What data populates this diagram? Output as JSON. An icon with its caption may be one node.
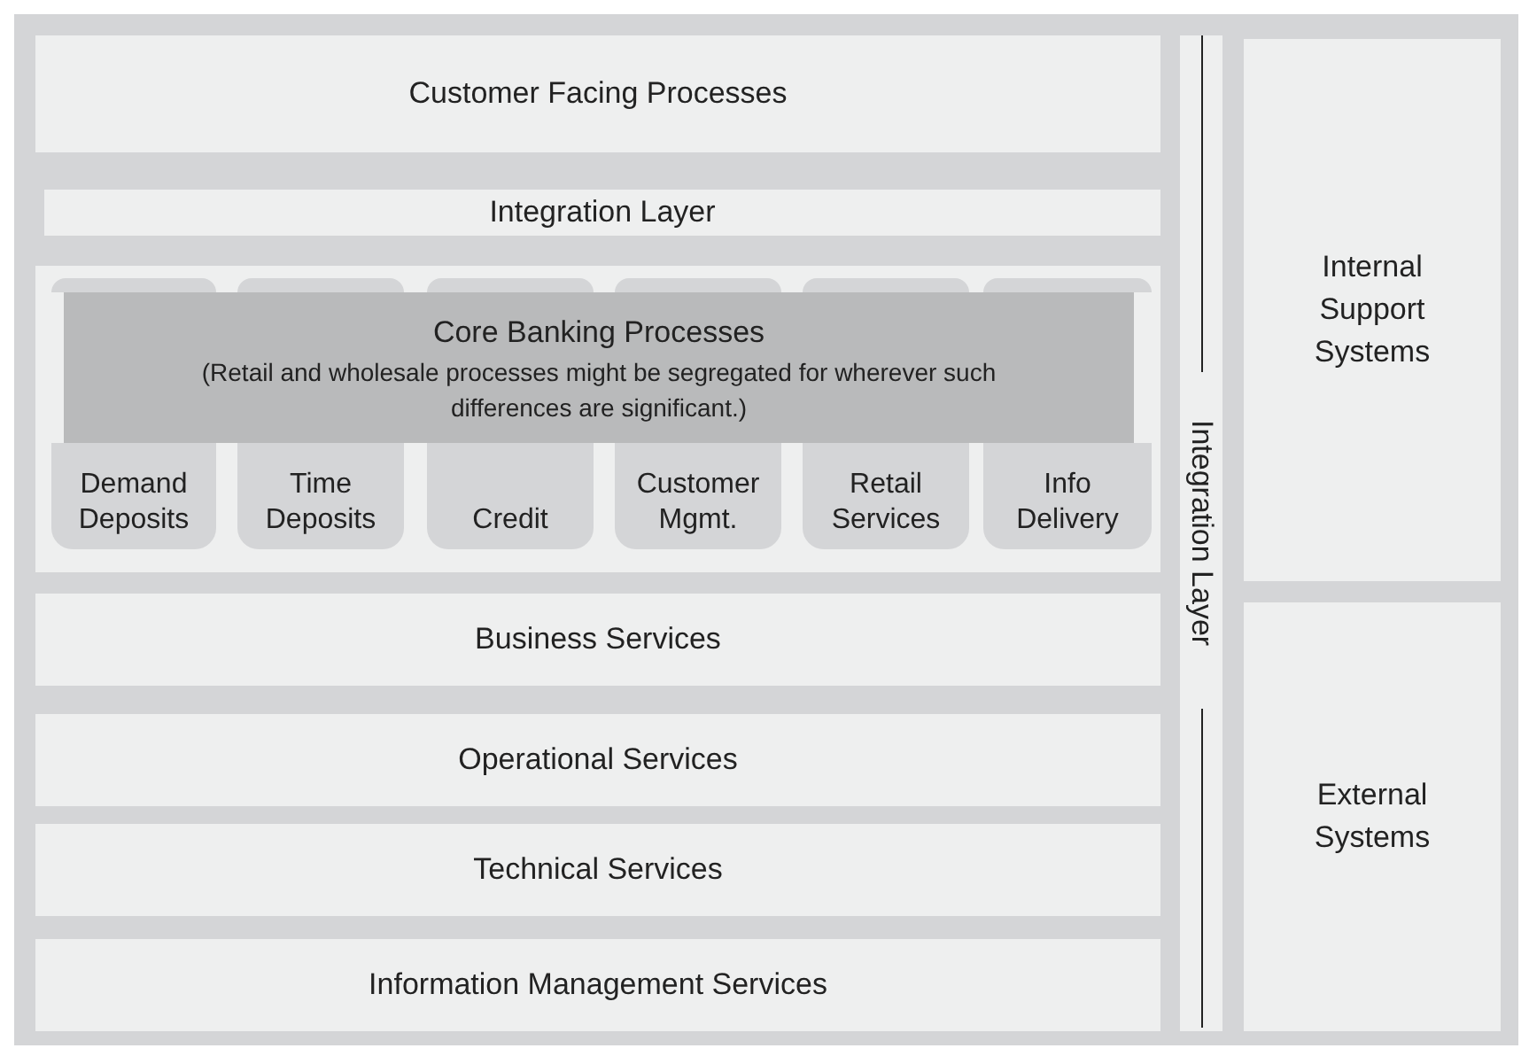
{
  "diagram": {
    "nodes": [
      {
        "text": [
          "Customer Facing Processes"
        ]
      },
      {
        "text": [
          "Integration Layer"
        ]
      },
      {
        "text": [],
        "shape": "box"
      },
      {
        "text": [
          "Core Banking Processes",
          "(Retail and wholesale processes might be segregated for wherever such differences are significant.)"
        ],
        "in": 2
      },
      {
        "text": [
          "Demand Deposits"
        ],
        "in": 2
      },
      {
        "text": [
          "Time Deposits"
        ],
        "in": 2
      },
      {
        "text": [
          "Credit"
        ],
        "in": 2
      },
      {
        "text": [
          "Customer Mgmt."
        ],
        "in": 2
      },
      {
        "text": [
          "Retail Services"
        ],
        "in": 2
      },
      {
        "text": [
          "Info Delivery"
        ],
        "in": 2
      },
      {
        "text": [
          "Business Services"
        ]
      },
      {
        "text": [
          "Operational Services"
        ]
      },
      {
        "text": [
          "Technical Services"
        ]
      },
      {
        "text": [
          "Information Management Services"
        ]
      },
      {
        "text": [
          "Integration Layer"
        ]
      },
      {
        "text": [
          "Internal Support Systems"
        ]
      },
      {
        "text": [
          "External Systems"
        ]
      }
    ],
    "edges": []
  }
}
